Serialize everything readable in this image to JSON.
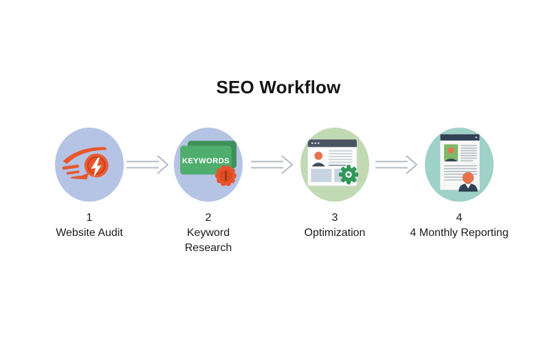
{
  "title": "SEO Workflow",
  "steps": [
    {
      "number": "1",
      "label": "Website Audit",
      "icon": "speed-gauge-icon",
      "circle_color": "#b5c3e4"
    },
    {
      "number": "2",
      "label": "Keyword Research",
      "icon": "keywords-badge-icon",
      "circle_color": "#b5c3e4",
      "badge_text": "KEYWORDS"
    },
    {
      "number": "3",
      "label": "Optimization",
      "icon": "browser-gear-icon",
      "circle_color": "#c2dab3"
    },
    {
      "number": "4",
      "label": "4 Monthly Reporting",
      "icon": "report-person-icon",
      "circle_color": "#9ed1c7"
    }
  ],
  "arrow_color": "#b4bac1",
  "palette": {
    "accent_orange": "#e8572f",
    "accent_orange_dark": "#cc431f",
    "badge_green": "#4fae6e",
    "badge_green_dark": "#3e9059",
    "gear_green": "#2f9757",
    "browser_header_slate": "#4b5562",
    "report_header_navy": "#2e4254",
    "photo_green": "#7eb967",
    "line_gray": "#c9d1d8",
    "text_dark": "#1a1a1a"
  }
}
